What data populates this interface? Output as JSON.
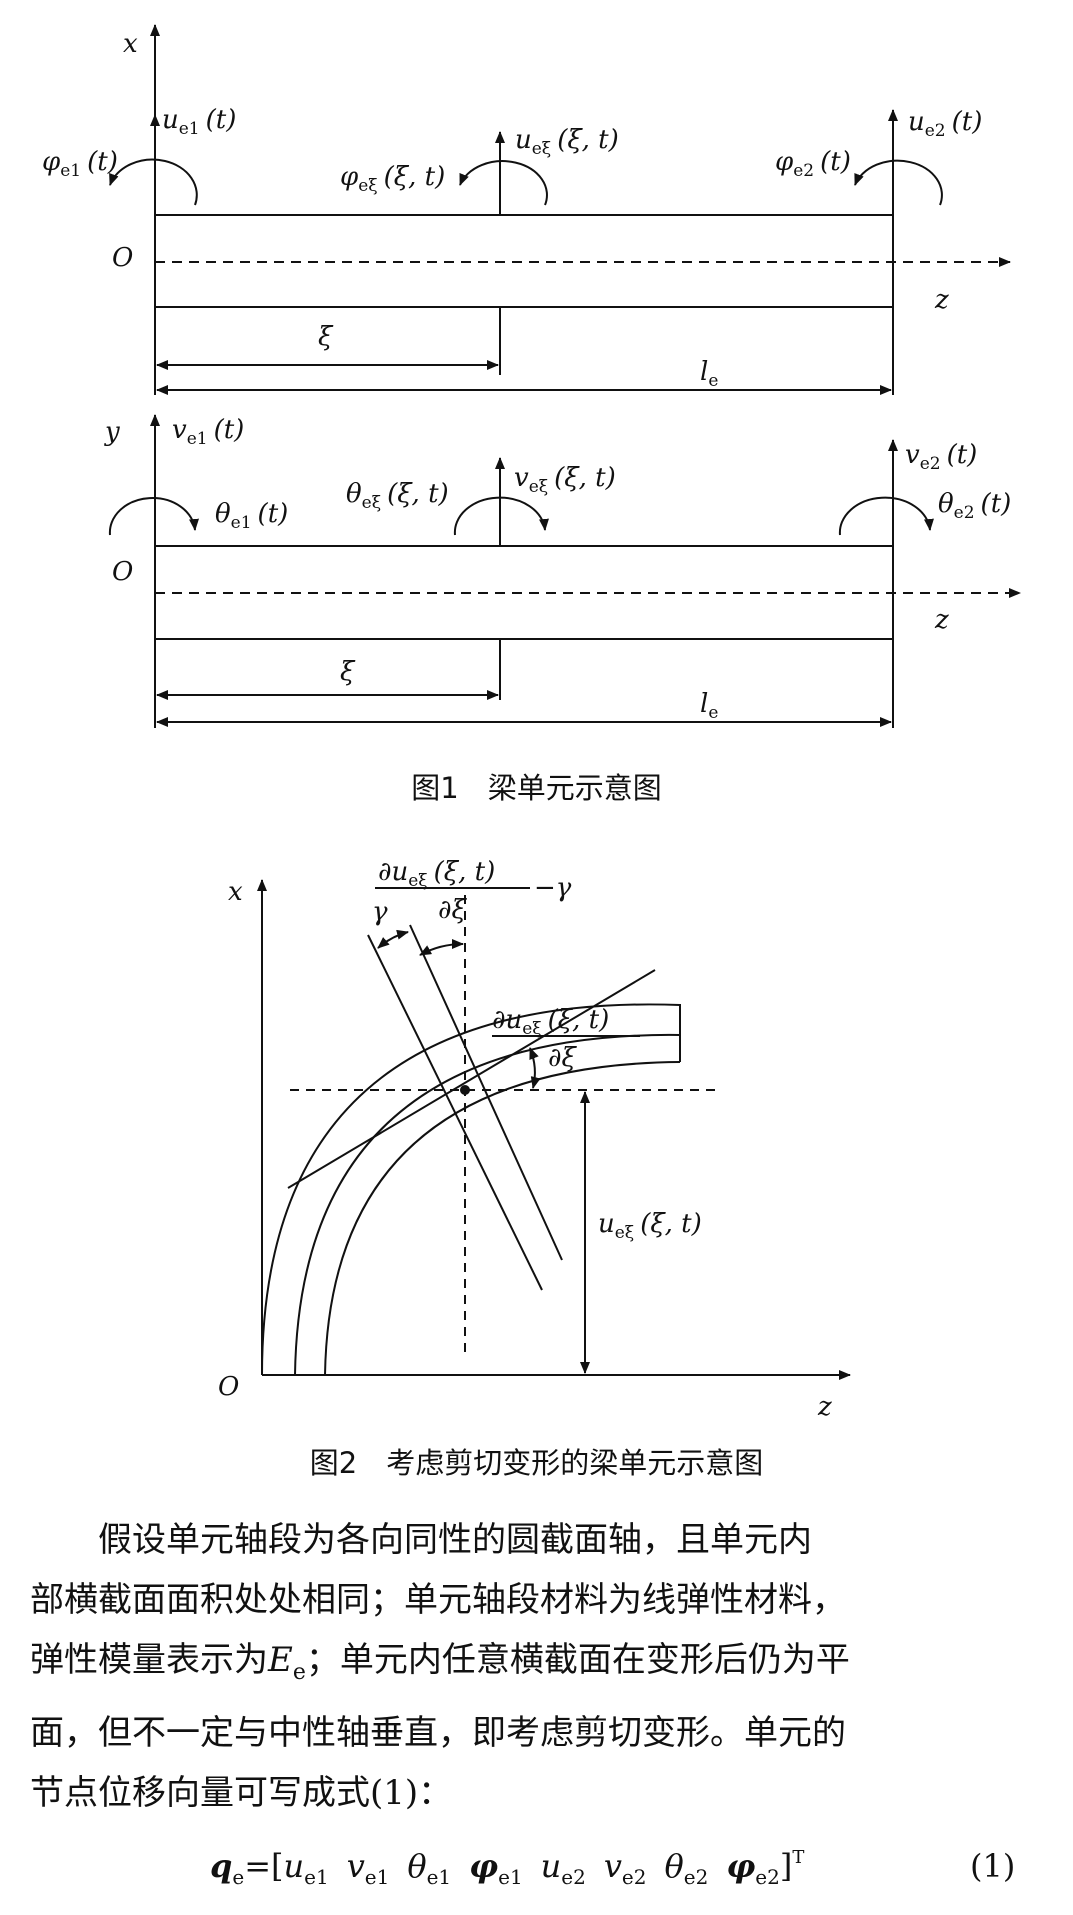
{
  "figure1": {
    "caption": "图1　梁单元示意图",
    "panel_top": {
      "axis_vertical": "x",
      "origin": "O",
      "axis_horizontal": "z",
      "u_e1": {
        "base": "u",
        "sub": "e1",
        "arg": "(t)"
      },
      "phi_e1": {
        "base": "φ",
        "sub": "e1",
        "arg": "(t)"
      },
      "u_exi": {
        "base": "u",
        "sub": "eξ",
        "arg": "(ξ, t)"
      },
      "phi_exi": {
        "base": "φ",
        "sub": "eξ",
        "arg": "(ξ, t)"
      },
      "phi_e2": {
        "base": "φ",
        "sub": "e2",
        "arg": "(t)"
      },
      "u_e2": {
        "base": "u",
        "sub": "e2",
        "arg": "(t)"
      },
      "xi": "ξ",
      "length": {
        "base": "l",
        "sub": "e"
      }
    },
    "panel_bottom": {
      "axis_vertical": "y",
      "origin": "O",
      "axis_horizontal": "z",
      "v_e1": {
        "base": "v",
        "sub": "e1",
        "arg": "(t)"
      },
      "theta_e1": {
        "base": "θ",
        "sub": "e1",
        "arg": "(t)"
      },
      "theta_exi": {
        "base": "θ",
        "sub": "eξ",
        "arg": "(ξ, t)"
      },
      "v_exi": {
        "base": "v",
        "sub": "eξ",
        "arg": "(ξ, t)"
      },
      "v_e2": {
        "base": "v",
        "sub": "e2",
        "arg": "(t)"
      },
      "theta_e2": {
        "base": "θ",
        "sub": "e2",
        "arg": "(t)"
      },
      "xi": "ξ",
      "length": {
        "base": "l",
        "sub": "e"
      }
    }
  },
  "figure2": {
    "caption": "图2　考虑剪切变形的梁单元示意图",
    "axis_vertical": "x",
    "axis_horizontal": "z",
    "origin": "O",
    "gamma": "γ",
    "top_fraction": {
      "num_partial": "∂",
      "num_base": "u",
      "num_sub": "eξ",
      "num_arg": "(ξ, t)",
      "den": "∂ξ",
      "minus": "−γ"
    },
    "mid_fraction": {
      "num_partial": "∂",
      "num_base": "u",
      "num_sub": "eξ",
      "num_arg": "(ξ, t)",
      "den": "∂ξ"
    },
    "u_exi": {
      "base": "u",
      "sub": "eξ",
      "arg": "(ξ, t)"
    }
  },
  "paragraph": {
    "line1": "假设单元轴段为各向同性的圆截面轴，且单元内",
    "line2": "部横截面面积处处相同；单元轴段材料为线弹性材料，",
    "line3_pre": "弹性模量表示为",
    "line3_var": "E",
    "line3_sub": "e",
    "line3_post": "；单元内任意横截面在变形后仍为平",
    "line4": "面，但不一定与中性轴垂直，即考虑剪切变形。单元的",
    "line5": "节点位移向量可写成式(1)："
  },
  "equation": {
    "lhs_base": "q",
    "lhs_sub": "e",
    "equals": "=[",
    "terms": [
      {
        "base": "u",
        "sub": "e1"
      },
      {
        "base": "v",
        "sub": "e1"
      },
      {
        "base": "θ",
        "sub": "e1"
      },
      {
        "base": "φ",
        "sub": "e1"
      },
      {
        "base": "u",
        "sub": "e2"
      },
      {
        "base": "v",
        "sub": "e2"
      },
      {
        "base": "θ",
        "sub": "e2"
      },
      {
        "base": "φ",
        "sub": "e2"
      }
    ],
    "close": "]",
    "transpose": "T",
    "number": "(1)"
  }
}
